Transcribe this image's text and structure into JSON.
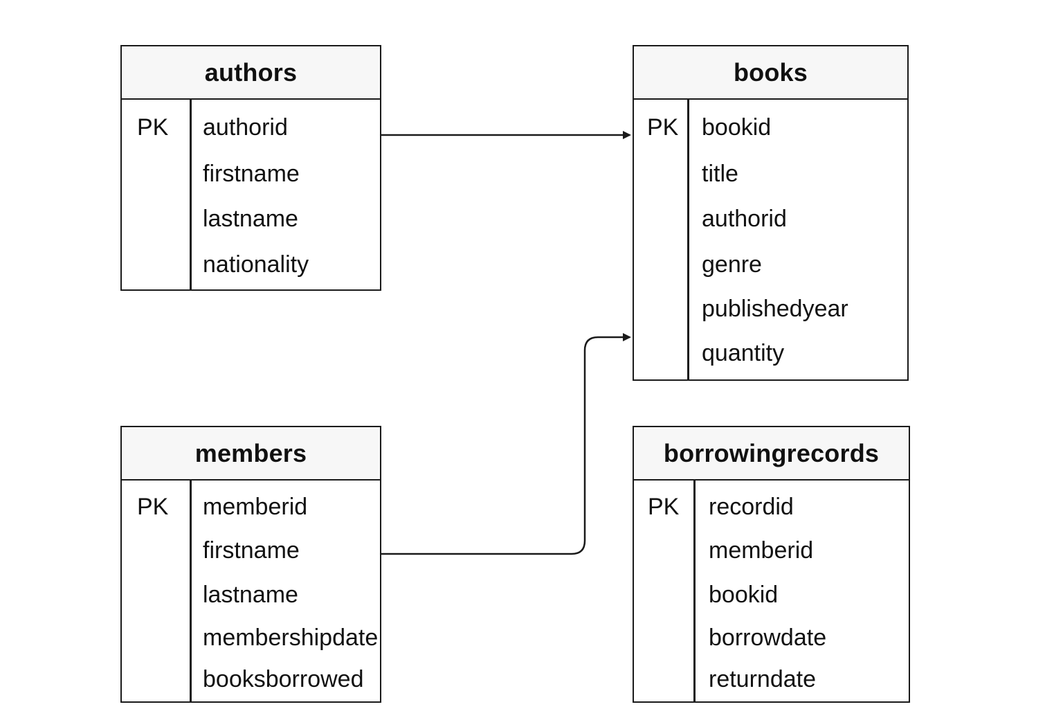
{
  "entities": {
    "authors": {
      "name": "authors",
      "pk_label": "PK",
      "fields": [
        "authorid",
        "firstname",
        "lastname",
        "nationality"
      ]
    },
    "books": {
      "name": "books",
      "pk_label": "PK",
      "fields": [
        "bookid",
        "title",
        "authorid",
        "genre",
        "publishedyear",
        "quantity"
      ]
    },
    "members": {
      "name": "members",
      "pk_label": "PK",
      "fields": [
        "memberid",
        "firstname",
        "lastname",
        "membershipdate",
        "booksborrowed"
      ]
    },
    "borrowingrecords": {
      "name": "borrowingrecords",
      "pk_label": "PK",
      "fields": [
        "recordid",
        "memberid",
        "bookid",
        "borrowdate",
        "returndate"
      ]
    }
  },
  "relationships": [
    {
      "from": "authors",
      "to": "books",
      "arrow": "end"
    },
    {
      "from": "members",
      "to": "books",
      "arrow": "end"
    }
  ],
  "colors": {
    "line": "#1a1a1a",
    "header_bg": "#f7f7f7",
    "background": "#ffffff"
  }
}
